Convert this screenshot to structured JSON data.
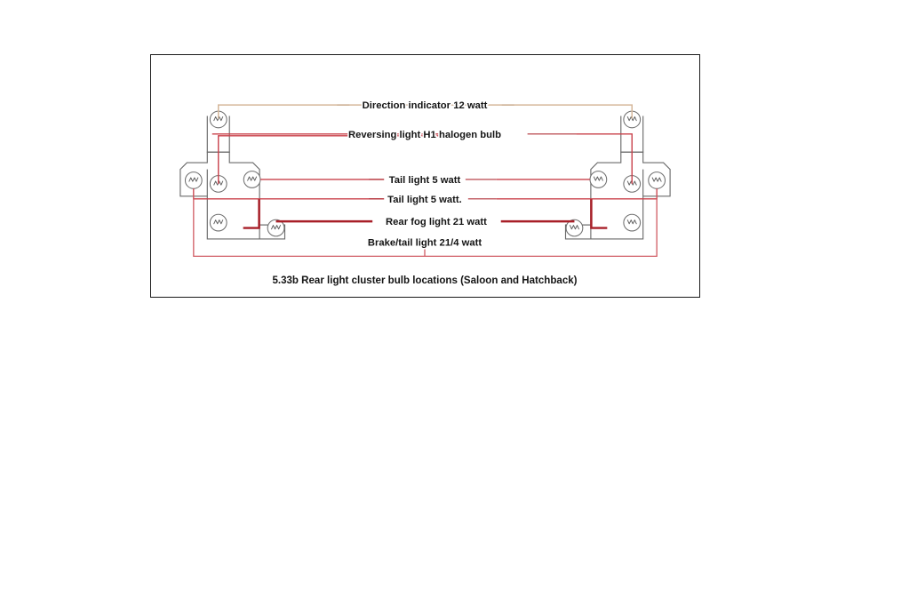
{
  "figure": {
    "caption": "5.33b Rear light cluster bulb locations (Saloon and Hatchback)",
    "labels": {
      "direction_indicator": "Direction indicator 12 watt",
      "reversing_light": "Reversing light H1 halogen bulb",
      "tail_light_1": "Tail light 5 watt",
      "tail_light_2": "Tail light 5 watt.",
      "rear_fog_light": "Rear fog light 21 watt",
      "brake_tail_light": "Brake/tail light 21/4 watt"
    },
    "colors": {
      "indicator_wire": "#d5b79a",
      "red_wire": "#c9404a",
      "fog_wire": "#a81f28",
      "housing_outline": "#6b6b6b",
      "frame_border": "#1a1a1a",
      "text": "#141414",
      "background": "#ffffff"
    },
    "bulbs": {
      "symbol": "filament-lamp",
      "left_cluster_count": 6,
      "right_cluster_count": 6,
      "total_count": 12
    }
  }
}
